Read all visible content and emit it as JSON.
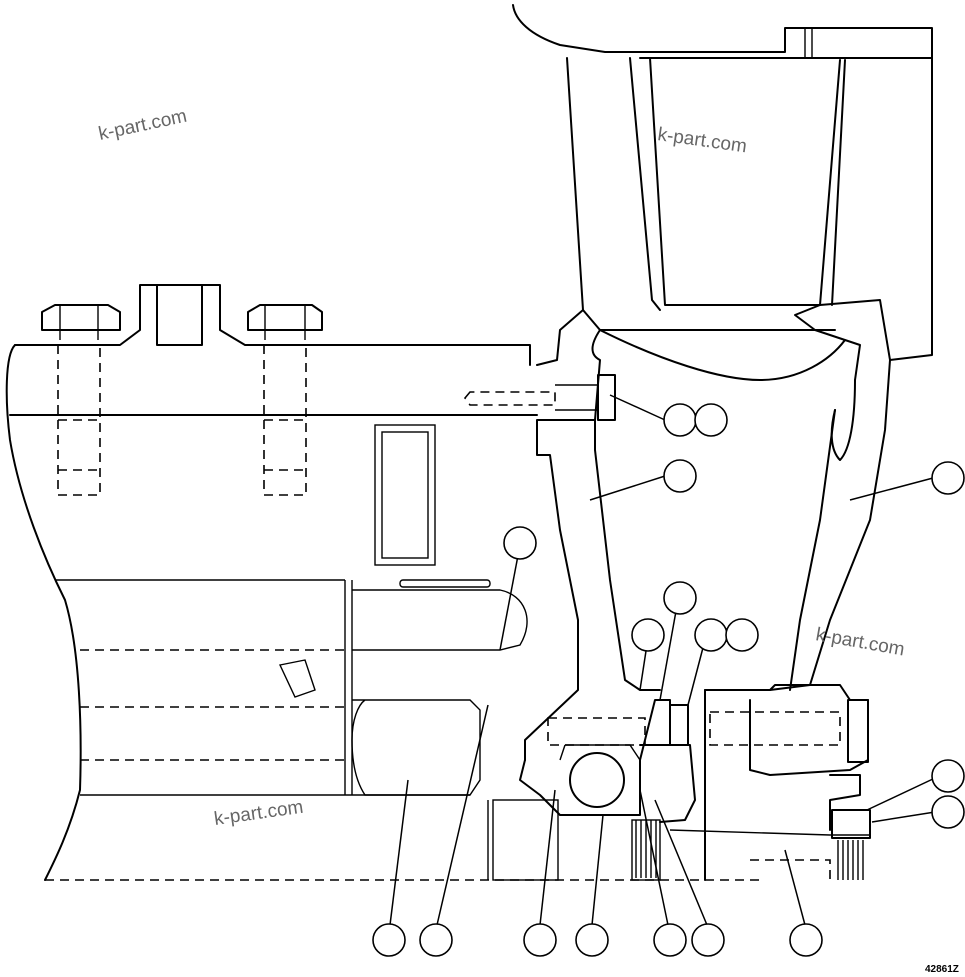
{
  "drawing": {
    "figure_number": "42861Z",
    "watermark": "k-part.com"
  },
  "watermarks": [
    "k-part.com",
    "k-part.com",
    "k-part.com",
    "k-part.com"
  ],
  "callouts": [
    {
      "id": "c1"
    },
    {
      "id": "c2"
    },
    {
      "id": "c3"
    },
    {
      "id": "c4"
    },
    {
      "id": "c5"
    },
    {
      "id": "c6"
    },
    {
      "id": "c7"
    },
    {
      "id": "c8"
    },
    {
      "id": "c9"
    },
    {
      "id": "c10"
    },
    {
      "id": "c11"
    },
    {
      "id": "c12"
    },
    {
      "id": "c13"
    },
    {
      "id": "c14"
    },
    {
      "id": "c15"
    },
    {
      "id": "c16"
    },
    {
      "id": "c17"
    },
    {
      "id": "c18"
    },
    {
      "id": "c19"
    },
    {
      "id": "c20"
    }
  ]
}
